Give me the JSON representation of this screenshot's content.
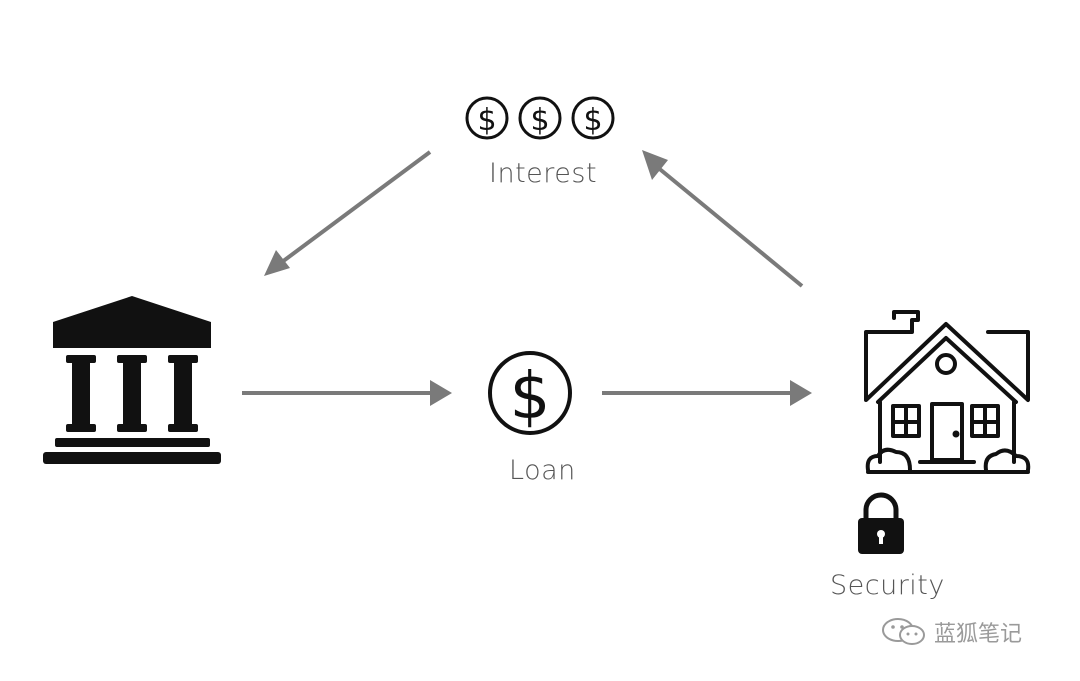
{
  "diagram": {
    "labels": {
      "interest": "Interest",
      "loan": "Loan",
      "security": "Security"
    },
    "colors": {
      "arrow": "#7a7a7a",
      "icon": "#111111",
      "text": "#555555",
      "watermark": "#9a9a9a"
    },
    "icons": [
      "bank-icon",
      "dollar-coin-icon",
      "house-icon",
      "padlock-icon",
      "wechat-icon"
    ],
    "watermark_text": "蓝狐笔记"
  }
}
